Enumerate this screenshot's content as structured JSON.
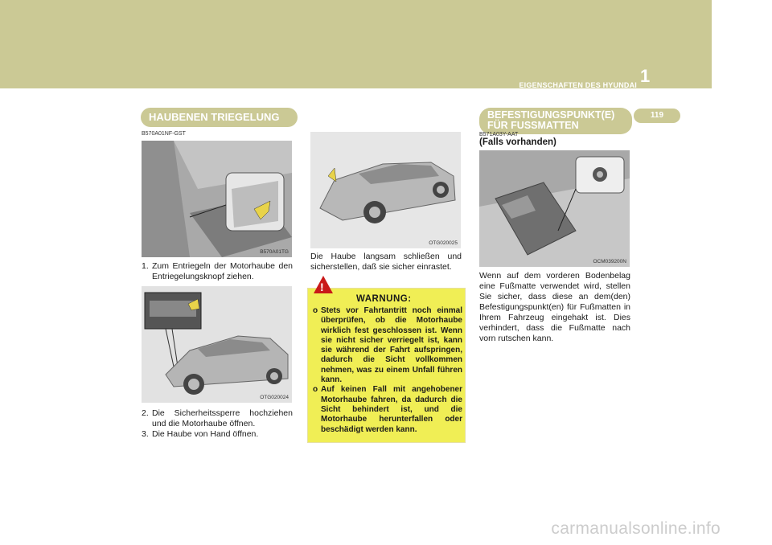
{
  "header": {
    "chapter_title": "EIGENSCHAFTEN DES HYUNDAI",
    "chapter_number": "1",
    "page_number": "119"
  },
  "left": {
    "heading": "HAUBENEN TRIEGELUNG",
    "code": "B570A01NF-GST",
    "photo1_caption": "B570A01TG",
    "step1_num": "1.",
    "step1": "Zum Entriegeln der Motorhaube den Entriegelungsknopf ziehen.",
    "photo2_caption": "OTG020024",
    "step2_num": "2.",
    "step2": "Die Sicherheitssperre hochziehen und die Motorhaube öffnen.",
    "step3_num": "3.",
    "step3": "Die Haube von Hand öffnen."
  },
  "middle": {
    "photo_caption": "OTG020025",
    "text": "Die Haube langsam schließen und sicherstellen, daß sie sicher einrastet.",
    "warning": {
      "title": "WARNUNG:",
      "bullet": "o",
      "item1": "Stets vor Fahrtantritt noch einmal überprüfen, ob die Motorhaube wirklich fest geschlossen ist. Wenn sie nicht sicher verriegelt ist, kann sie während der Fahrt aufspringen, dadurch die Sicht vollkommen nehmen, was zu einem Unfall führen kann.",
      "item2": "Auf keinen Fall mit angehobener Motorhaube fahren, da dadurch die Sicht behindert ist, und die Motorhaube herunterfallen oder beschädigt werden kann."
    }
  },
  "right": {
    "heading_line1": "BEFESTIGUNGSPUNKT(E)",
    "heading_line2": "FÜR FUSSMATTEN",
    "code": "B571A03Y-AAT",
    "subtitle": "(Falls vorhanden)",
    "photo_caption": "OCM039200N",
    "text": "Wenn auf dem vorderen Bodenbelag eine Fußmatte verwendet wird, stellen Sie sicher, dass diese an dem(den) Befestigungspunkt(en) für Fußmatten in Ihrem Fahrzeug eingehakt ist. Dies verhindert, dass die Fußmatte nach vorn rutschen kann."
  },
  "footer": {
    "watermark": "carmanualsonline.info"
  },
  "colors": {
    "band": "#cbc995",
    "warning_bg": "#f0ee55",
    "warning_icon": "#c91919"
  }
}
